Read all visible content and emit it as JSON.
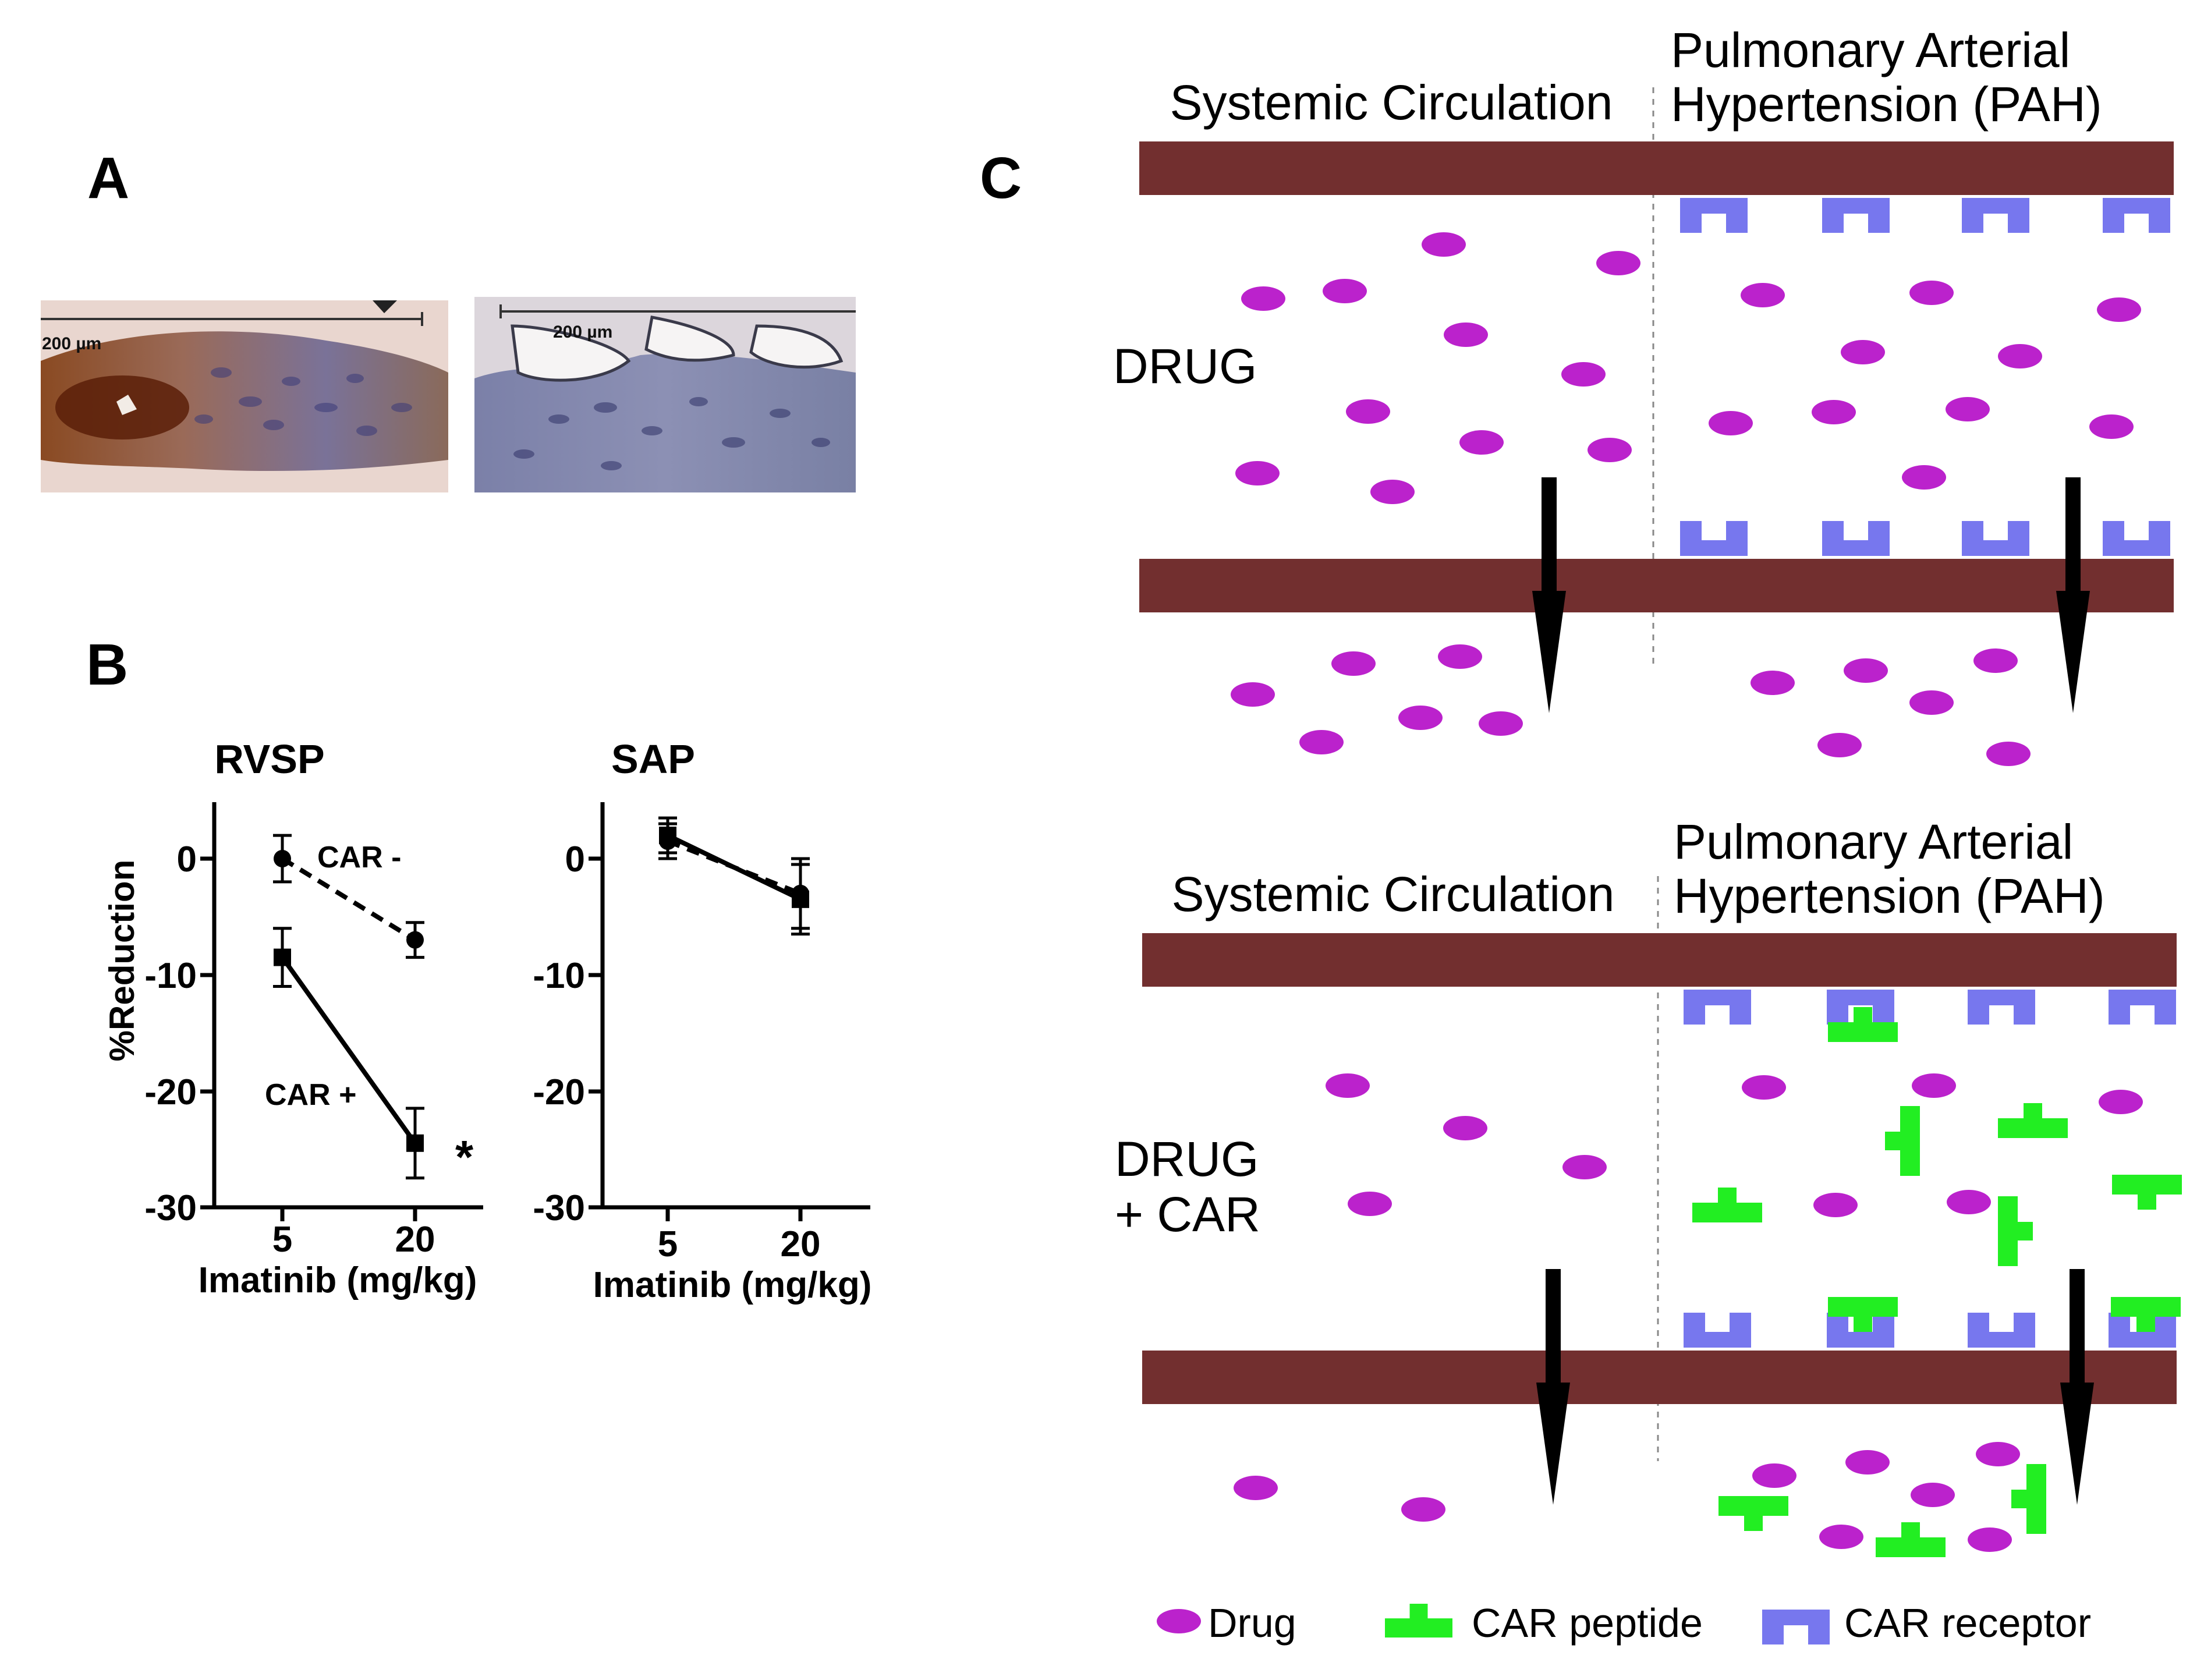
{
  "panels": {
    "a_label": "A",
    "b_label": "B",
    "c_label": "C"
  },
  "panel_a": {
    "scale_bar_left": "200 µm",
    "scale_bar_right": "200 µm"
  },
  "chart_data": [
    {
      "type": "line",
      "title": "RVSP",
      "xlabel": "Imatinib (mg/kg)",
      "ylabel": "%Reduction",
      "categories": [
        "5",
        "20"
      ],
      "yticks": [
        "0",
        "-10",
        "-20",
        "-30"
      ],
      "ylim": [
        -30,
        5
      ],
      "series": [
        {
          "name": "CAR -",
          "values": [
            0,
            -7
          ],
          "errors": [
            2,
            1.5
          ],
          "style": "dashed",
          "marker": "circle"
        },
        {
          "name": "CAR +",
          "values": [
            -8.5,
            -24.5
          ],
          "errors": [
            2.5,
            3
          ],
          "style": "solid",
          "marker": "square"
        }
      ],
      "annotation": "*"
    },
    {
      "type": "line",
      "title": "SAP",
      "xlabel": "Imatinib (mg/kg)",
      "ylabel": "",
      "categories": [
        "5",
        "20"
      ],
      "yticks": [
        "0",
        "-10",
        "-20",
        "-30"
      ],
      "ylim": [
        -30,
        5
      ],
      "series": [
        {
          "values": [
            1.5,
            -3
          ],
          "errors": [
            1.5,
            3
          ],
          "style": "dashed",
          "marker": "circle"
        },
        {
          "values": [
            2,
            -3.5
          ],
          "errors": [
            1.5,
            3
          ],
          "style": "solid",
          "marker": "square"
        }
      ]
    }
  ],
  "panel_c": {
    "systemic_label": "Systemic Circulation",
    "pah_label_line1": "Pulmonary Arterial",
    "pah_label_line2": "Hypertension (PAH)",
    "top_condition": "DRUG",
    "bottom_condition_line1": "DRUG",
    "bottom_condition_line2": "+ CAR",
    "legend": {
      "drug": "Drug",
      "peptide": "CAR peptide",
      "receptor": "CAR receptor"
    },
    "colors": {
      "vessel_wall": "#722f2f",
      "drug": "#bb22cc",
      "peptide": "#22ee22",
      "receptor": "#7777ee",
      "arrow": "#000000"
    }
  }
}
